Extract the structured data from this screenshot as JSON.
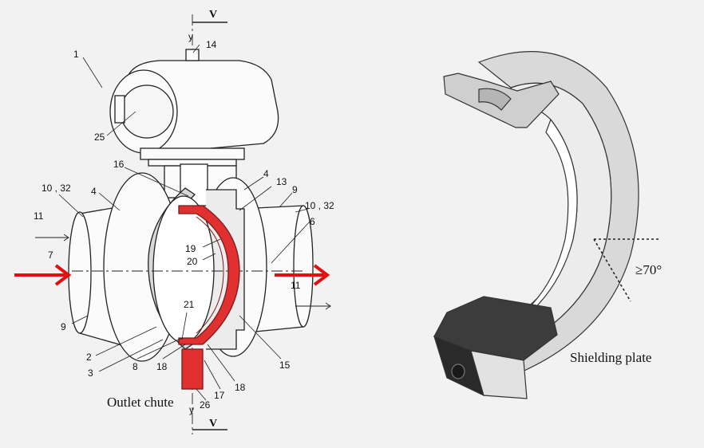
{
  "colors": {
    "background": "#f2f2f2",
    "highlight": "#e03030",
    "arrow": "#e01010",
    "line": "#222222",
    "block": "#2a2a2a"
  },
  "figure_left": {
    "section_marks": [
      "V",
      "V"
    ],
    "axis_labels": [
      "y",
      "y"
    ],
    "part_labels": {
      "p1": "1",
      "p14": "14",
      "p25": "25",
      "p16": "16",
      "p4a": "4",
      "p4b": "4",
      "p13": "13",
      "p9a": "9",
      "p10_32a": "10 , 32",
      "p10_32b": "10 , 32",
      "p11a": "11",
      "p11b": "11",
      "p6": "6",
      "p7": "7",
      "p19": "19",
      "p20": "20",
      "p21": "21",
      "p9b": "9",
      "p2": "2",
      "p3": "3",
      "p8": "8",
      "p18a": "18",
      "p18b": "18",
      "p17": "17",
      "p26": "26",
      "p15": "15"
    },
    "caption": "Outlet chute"
  },
  "figure_right": {
    "angle_label": "≥70°",
    "caption": "Shielding plate"
  }
}
